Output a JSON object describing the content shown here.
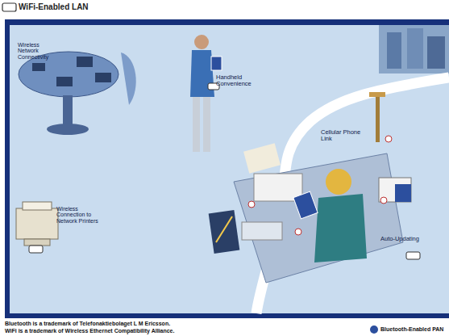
{
  "diagram": {
    "title": "WiFi-Enabled LAN",
    "labels": [
      "Wireless Network Connectivity",
      "Handheld Convenience",
      "Cellular Phone Link",
      "Wireless Connection to Network Printers",
      "Auto-Updating",
      "Bluetooth is a trademark of Telefonaktiebolaget L M Ericsson.",
      "WiFi is a trademark of Wireless Ethernet Compatibility Alliance.",
      "Bluetooth-Enabled PAN"
    ]
  }
}
